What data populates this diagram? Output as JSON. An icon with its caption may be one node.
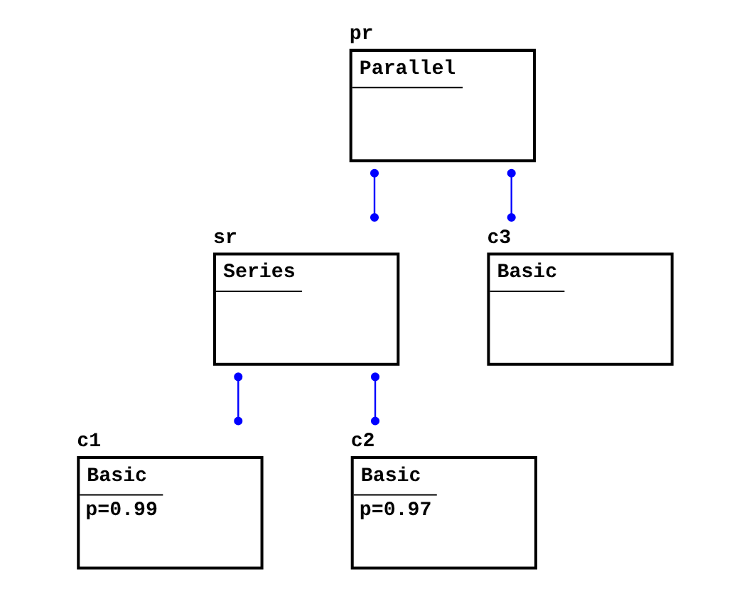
{
  "diagram": {
    "nodes": [
      {
        "text": [
          "pr",
          "Parallel"
        ]
      },
      {
        "text": [
          "sr",
          "Series"
        ]
      },
      {
        "text": [
          "c1",
          "Basic",
          "p=0.99"
        ]
      },
      {
        "text": [
          "c2",
          "Basic",
          "p=0.97"
        ]
      },
      {
        "text": [
          "c3",
          "Basic"
        ]
      }
    ],
    "edges": [
      {
        "from": 0,
        "to": 1,
        "arrow": "other"
      },
      {
        "from": 0,
        "to": 4,
        "arrow": "other"
      },
      {
        "from": 1,
        "to": 2,
        "arrow": "other"
      },
      {
        "from": 1,
        "to": 3,
        "arrow": "other"
      }
    ]
  }
}
